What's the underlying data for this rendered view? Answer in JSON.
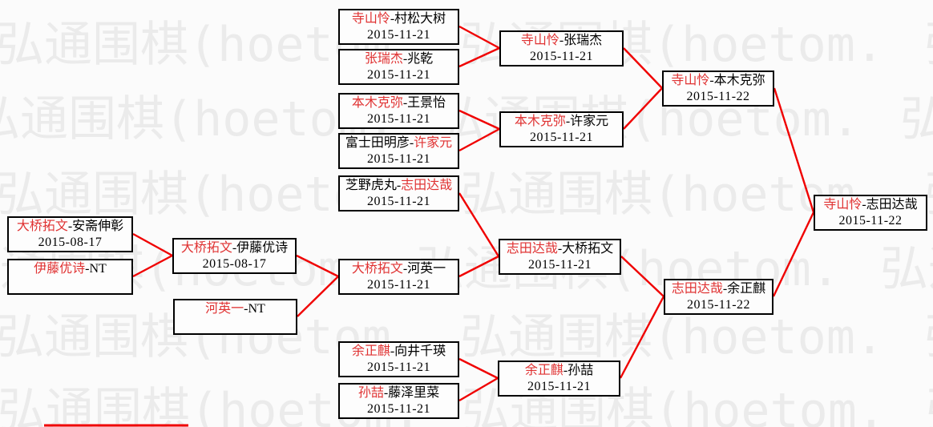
{
  "watermark": {
    "text": "弘通围棋(hoetom."
  },
  "colors": {
    "background": "#fbfbfb",
    "winner_text": "#e03232",
    "loser_text": "#000000",
    "connector_line": "#f00000",
    "box_border": "#000000",
    "watermark_text": "#ebebeb"
  },
  "bracket": {
    "separator": "-",
    "matches": [
      {
        "p1": "寺山怜",
        "p2": "村松大树",
        "date": "2015-11-21",
        "p1_won": true,
        "p2_won": false
      },
      {
        "p1": "张瑞杰",
        "p2": "兆乾",
        "date": "2015-11-21",
        "p1_won": true,
        "p2_won": false
      },
      {
        "p1": "本木克弥",
        "p2": "王景怡",
        "date": "2015-11-21",
        "p1_won": true,
        "p2_won": false
      },
      {
        "p1": "富士田明彦",
        "p2": "许家元",
        "date": "2015-11-21",
        "p1_won": false,
        "p2_won": true
      },
      {
        "p1": "芝野虎丸",
        "p2": "志田达哉",
        "date": "2015-11-21",
        "p1_won": false,
        "p2_won": true
      },
      {
        "p1": "大桥拓文",
        "p2": "安斋伸彰",
        "date": "2015-08-17",
        "p1_won": true,
        "p2_won": false
      },
      {
        "p1": "伊藤优诗",
        "p2": "NT",
        "date": "",
        "p1_won": true,
        "p2_won": false
      },
      {
        "p1": "大桥拓文",
        "p2": "伊藤优诗",
        "date": "2015-08-17",
        "p1_won": true,
        "p2_won": false
      },
      {
        "p1": "河英一",
        "p2": "NT",
        "date": "",
        "p1_won": true,
        "p2_won": false
      },
      {
        "p1": "大桥拓文",
        "p2": "河英一",
        "date": "2015-11-21",
        "p1_won": true,
        "p2_won": false
      },
      {
        "p1": "余正麒",
        "p2": "向井千瑛",
        "date": "2015-11-21",
        "p1_won": true,
        "p2_won": false
      },
      {
        "p1": "孙喆",
        "p2": "藤泽里菜",
        "date": "2015-11-21",
        "p1_won": true,
        "p2_won": false
      },
      {
        "p1": "寺山怜",
        "p2": "张瑞杰",
        "date": "2015-11-21",
        "p1_won": true,
        "p2_won": false
      },
      {
        "p1": "本木克弥",
        "p2": "许家元",
        "date": "2015-11-21",
        "p1_won": true,
        "p2_won": false
      },
      {
        "p1": "志田达哉",
        "p2": "大桥拓文",
        "date": "2015-11-21",
        "p1_won": true,
        "p2_won": false
      },
      {
        "p1": "余正麒",
        "p2": "孙喆",
        "date": "2015-11-21",
        "p1_won": true,
        "p2_won": false
      },
      {
        "p1": "寺山怜",
        "p2": "本木克弥",
        "date": "2015-11-22",
        "p1_won": true,
        "p2_won": false
      },
      {
        "p1": "志田达哉",
        "p2": "余正麒",
        "date": "2015-11-22",
        "p1_won": true,
        "p2_won": false
      },
      {
        "p1": "寺山怜",
        "p2": "志田达哉",
        "date": "2015-11-22",
        "p1_won": true,
        "p2_won": false
      }
    ]
  }
}
